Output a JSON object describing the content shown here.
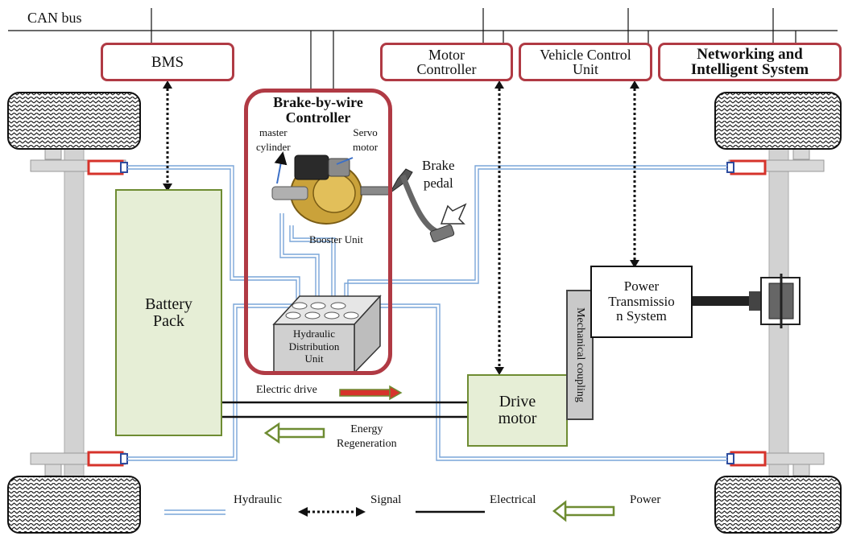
{
  "can_bus": {
    "label": "CAN bus"
  },
  "top_boxes": {
    "bms": "BMS",
    "motor_controller_1": "Motor",
    "motor_controller_2": "Controller",
    "vehicle_control_1": "Vehicle Control",
    "vehicle_control_2": "Unit",
    "networking_1": "Networking and",
    "networking_2": "Intelligent System"
  },
  "brake_by_wire": {
    "title_1": "Brake-by-wire",
    "title_2": "Controller",
    "master_cylinder_1": "master",
    "master_cylinder_2": "cylinder",
    "servo_1": "Servo",
    "servo_2": "motor",
    "booster": "Booster Unit",
    "hdu_1": "Hydraulic",
    "hdu_2": "Distribution",
    "hdu_3": "Unit"
  },
  "brake_pedal": {
    "line1": "Brake",
    "line2": "pedal"
  },
  "battery_pack": {
    "line1": "Battery",
    "line2": "Pack"
  },
  "drive_motor": {
    "line1": "Drive",
    "line2": "motor"
  },
  "power_transmission": {
    "line1": "Power",
    "line2": "Transmissio",
    "line3": "n System"
  },
  "mechanical_coupling": "Mechanical coupling",
  "flows": {
    "electric_drive": "Electric drive",
    "energy_1": "Energy",
    "energy_2": "Regeneration"
  },
  "legend": {
    "hydraulic": "Hydraulic",
    "signal": "Signal",
    "electrical": "Electrical",
    "power": "Power"
  },
  "colors": {
    "box_border": "#b03a44",
    "green_fill": "#e6eed6",
    "green_border": "#6e8c32",
    "hydraulic": "#7aa6d8",
    "red_arrow": "#d6332b",
    "power_arrow": "#6e8c32"
  }
}
